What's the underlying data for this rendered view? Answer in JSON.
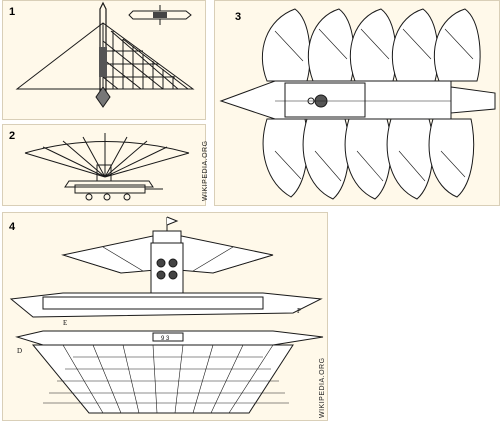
{
  "panels": {
    "p1": {
      "label": "1"
    },
    "p2": {
      "label": "2"
    },
    "p3": {
      "label": "3"
    },
    "p4": {
      "label": "4"
    }
  },
  "watermarks": {
    "top": "WIKIPEDIA.ORG",
    "bottom": "WIKIPEDIA.ORG"
  },
  "annotations": {
    "mast_box": "9 3",
    "letter_e": "E",
    "letter_p": "P",
    "letter_d": "D"
  }
}
